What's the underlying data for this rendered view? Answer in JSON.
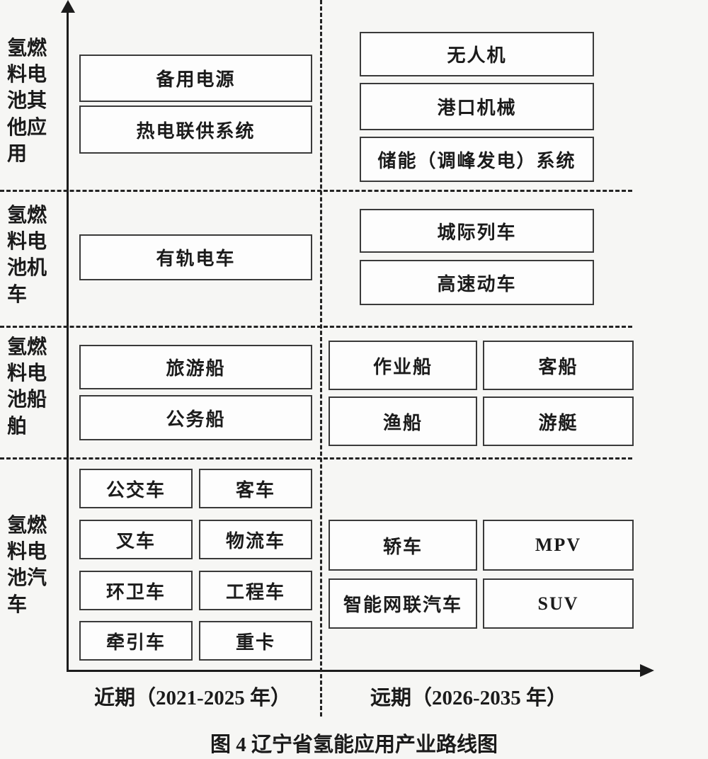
{
  "title": "图 4 辽宁省氢能应用产业路线图",
  "axis": {
    "near": "近期（2021-2025 年）",
    "far": "远期（2026-2035 年）"
  },
  "categories": [
    {
      "label": "氢燃料电池其他应用",
      "near": [
        "备用电源",
        "热电联供系统"
      ],
      "far": [
        "无人机",
        "港口机械",
        "储能（调峰发电）系统"
      ]
    },
    {
      "label": "氢燃料电池机车",
      "near": [
        "有轨电车"
      ],
      "far": [
        "城际列车",
        "高速动车"
      ]
    },
    {
      "label": "氢燃料电池船舶",
      "near": [
        "旅游船",
        "公务船"
      ],
      "far": [
        "作业船",
        "客船",
        "渔船",
        "游艇"
      ]
    },
    {
      "label": "氢燃料电池汽车",
      "near": [
        "公交车",
        "客车",
        "叉车",
        "物流车",
        "环卫车",
        "工程车",
        "牵引车",
        "重卡"
      ],
      "far": [
        "轿车",
        "MPV",
        "智能网联汽车",
        "SUV"
      ]
    }
  ]
}
